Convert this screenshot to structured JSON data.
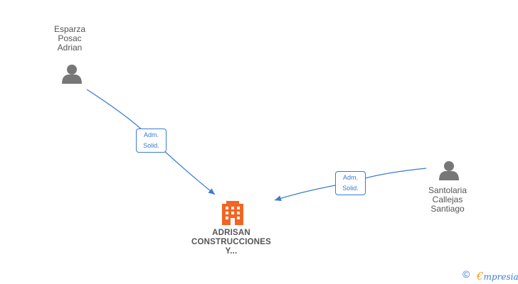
{
  "people": [
    {
      "id": "p1",
      "lines": [
        "Esparza",
        "Posac",
        "Adrian"
      ],
      "icon": "person-icon"
    },
    {
      "id": "p2",
      "lines": [
        "Santolaria",
        "Callejas",
        "Santiago"
      ],
      "icon": "person-icon"
    }
  ],
  "company": {
    "lines": [
      "ADRISAN",
      "CONSTRUCCIONES",
      "Y..."
    ],
    "icon": "building-icon",
    "color": "#f26522"
  },
  "relations": [
    {
      "from": "p1",
      "lines": [
        "Adm.",
        "Solid."
      ]
    },
    {
      "from": "p2",
      "lines": [
        "Adm.",
        "Solid."
      ]
    }
  ],
  "colors": {
    "edge": "#3a7bd5",
    "person": "#777777",
    "label": "#555555"
  },
  "brand": {
    "copyright": "©",
    "first_letter": "€",
    "rest": "mpresia"
  }
}
